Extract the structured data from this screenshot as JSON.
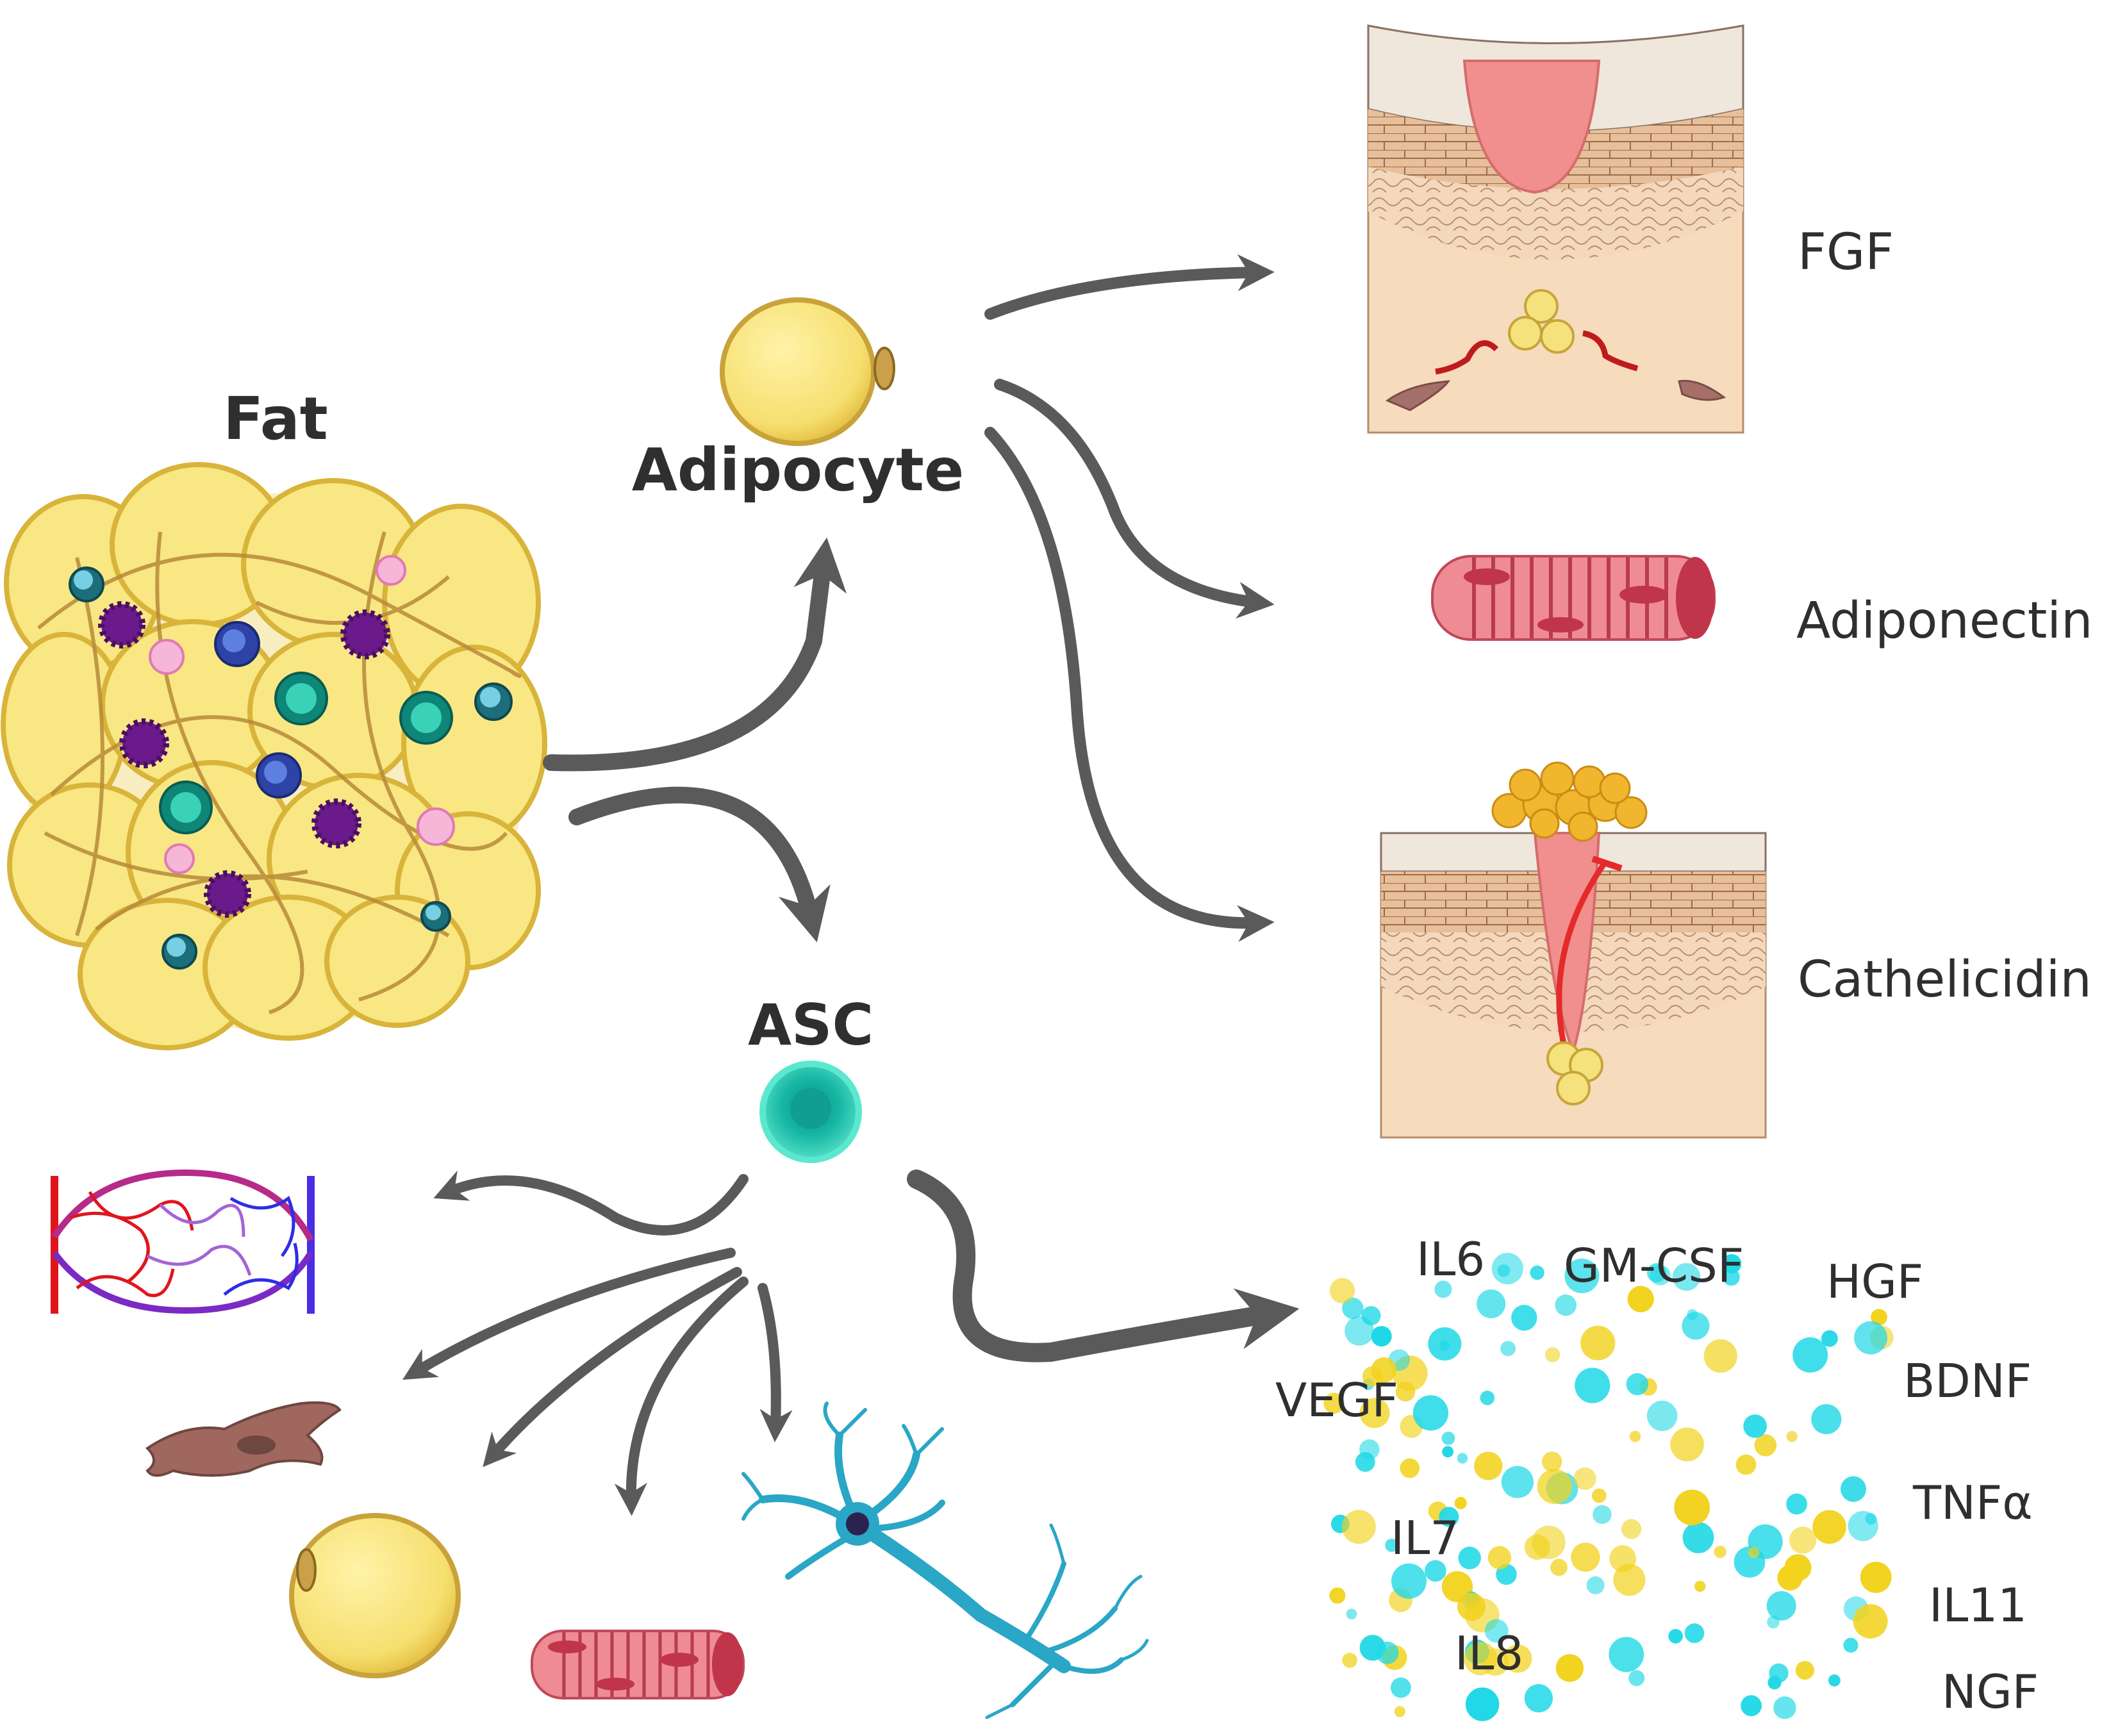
{
  "labels": {
    "fat": "Fat",
    "adipocyte": "Adipocyte",
    "asc": "ASC",
    "fgf": "FGF",
    "adiponectin": "Adiponectin",
    "cathelicidin": "Cathelicidin"
  },
  "cytokines": [
    "IL6",
    "GM-CSF",
    "HGF",
    "VEGF",
    "BDNF",
    "TNFα",
    "IL7",
    "IL11",
    "IL8",
    "NGF"
  ],
  "colors": {
    "arrow": "#5a5a5a",
    "adipocyte": "#f6df6f",
    "asc": "#22c7ad",
    "skin": "#f6dcc0",
    "wound": "#f28f8f",
    "muscle": "#e87d86",
    "neuron": "#2aa6c6",
    "cytokine_yellow": "#f2d21c",
    "cytokine_cyan": "#1fd8e6"
  }
}
